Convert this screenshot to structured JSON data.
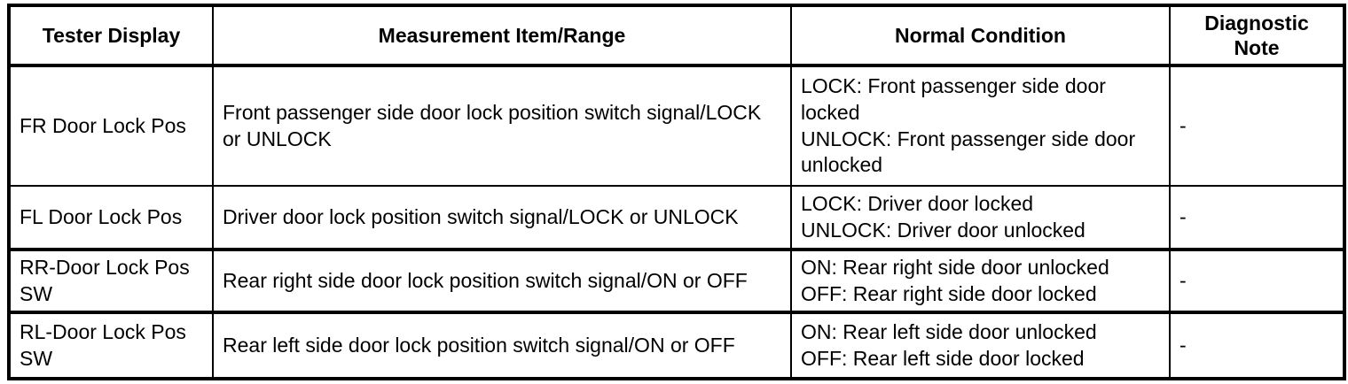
{
  "table": {
    "headers": [
      {
        "label": "Tester Display"
      },
      {
        "label": "Measurement Item/Range"
      },
      {
        "label": "Normal Condition"
      },
      {
        "label_line1": "Diagnostic",
        "label_line2": "Note"
      }
    ],
    "rows": [
      {
        "tester_display": "FR Door Lock Pos",
        "measurement": "Front passenger side door lock position switch signal/LOCK or UNLOCK",
        "condition_line1": "LOCK: Front passenger side door locked",
        "condition_line2": "UNLOCK: Front passenger side door unlocked",
        "diagnostic_note": "-"
      },
      {
        "tester_display": "FL Door Lock Pos",
        "measurement": "Driver door lock position switch signal/LOCK or UNLOCK",
        "condition_line1": "LOCK: Driver door locked",
        "condition_line2": "UNLOCK: Driver door unlocked",
        "diagnostic_note": "-"
      },
      {
        "tester_display": "RR-Door Lock Pos SW",
        "measurement": "Rear right side door lock position switch signal/ON or OFF",
        "condition_line1": "ON: Rear right side door unlocked",
        "condition_line2": "OFF: Rear right side door locked",
        "diagnostic_note": "-"
      },
      {
        "tester_display": "RL-Door Lock Pos SW",
        "measurement": "Rear left side door lock position switch signal/ON or OFF",
        "condition_line1": "ON: Rear left side door unlocked",
        "condition_line2": "OFF: Rear left side door locked",
        "diagnostic_note": "-"
      }
    ]
  },
  "colors": {
    "border": "#000000",
    "text": "#000000",
    "background": "#ffffff"
  }
}
